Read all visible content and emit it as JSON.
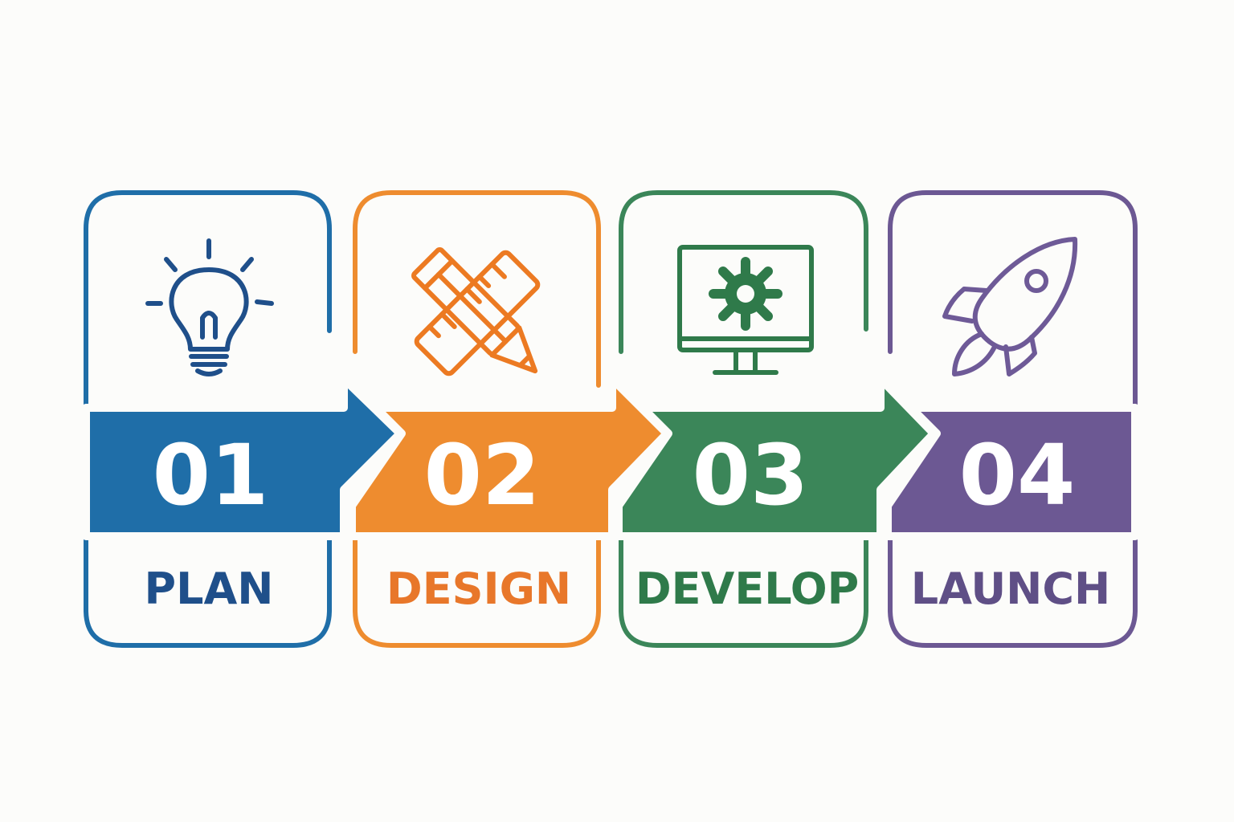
{
  "steps": [
    {
      "number": "01",
      "label": "PLAN",
      "icon": "lightbulb-icon",
      "color": "#1f6ea8"
    },
    {
      "number": "02",
      "label": "DESIGN",
      "icon": "pencil-ruler-icon",
      "color": "#ee8c2f"
    },
    {
      "number": "03",
      "label": "DEVELOP",
      "icon": "monitor-gear-icon",
      "color": "#3b8659"
    },
    {
      "number": "04",
      "label": "LAUNCH",
      "icon": "rocket-icon",
      "color": "#6c5893"
    }
  ]
}
